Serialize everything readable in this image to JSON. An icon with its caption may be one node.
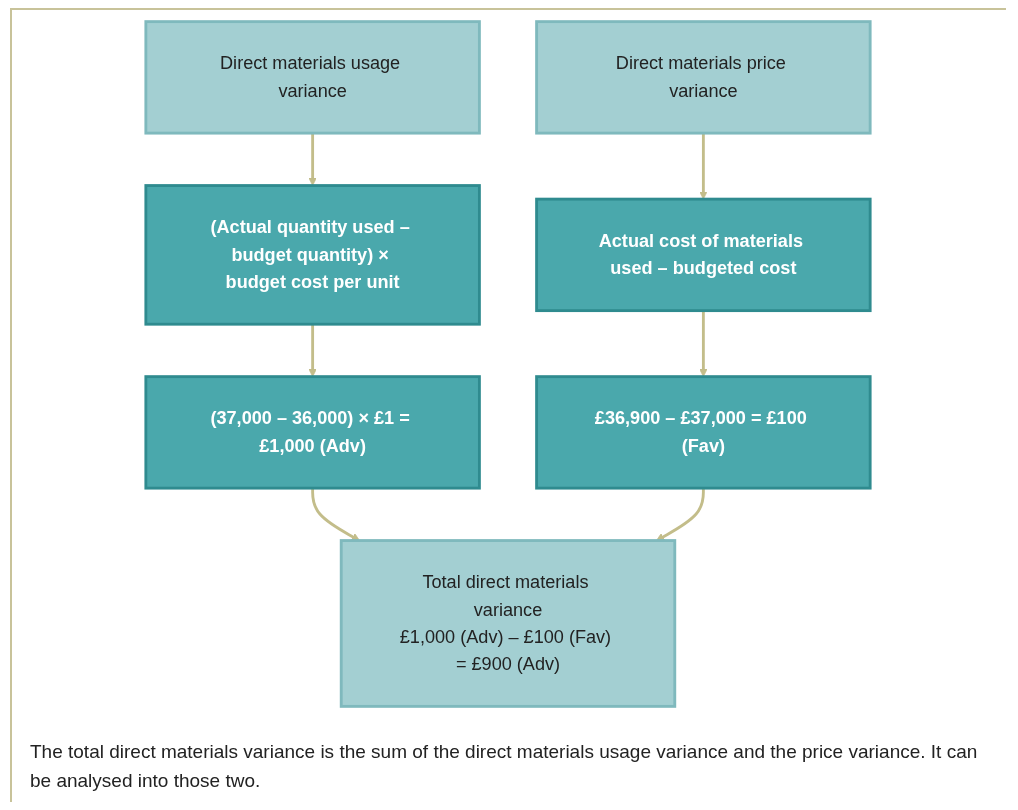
{
  "diagram": {
    "caption": "The total direct materials variance is the sum of the direct materials usage variance and the price variance. It can be analysed into those two.",
    "nodes": [
      {
        "text": [
          "Direct materials usage variance"
        ]
      },
      {
        "text": [
          "Direct materials price variance"
        ]
      },
      {
        "text": [
          "(Actual quantity used – budget quantity) × budget cost per unit"
        ]
      },
      {
        "text": [
          "Actual cost of materials used – budgeted cost"
        ]
      },
      {
        "text": [
          "(37,000 – 36,000) × £1 = £1,000 (Adv)"
        ]
      },
      {
        "text": [
          "£36,900 – £37,000 = £100 (Fav)"
        ]
      },
      {
        "text": [
          "Total direct materials variance",
          "£1,000 (Adv) – £100 (Fav) = £900 (Adv)"
        ]
      }
    ],
    "edges": [
      {
        "from": 0,
        "to": 2,
        "arrow": "to"
      },
      {
        "from": 1,
        "to": 3,
        "arrow": "to"
      },
      {
        "from": 2,
        "to": 4,
        "arrow": "to"
      },
      {
        "from": 3,
        "to": 5,
        "arrow": "to"
      },
      {
        "from": 4,
        "to": 6,
        "arrow": "to"
      },
      {
        "from": 5,
        "to": 6,
        "arrow": "to"
      }
    ]
  }
}
